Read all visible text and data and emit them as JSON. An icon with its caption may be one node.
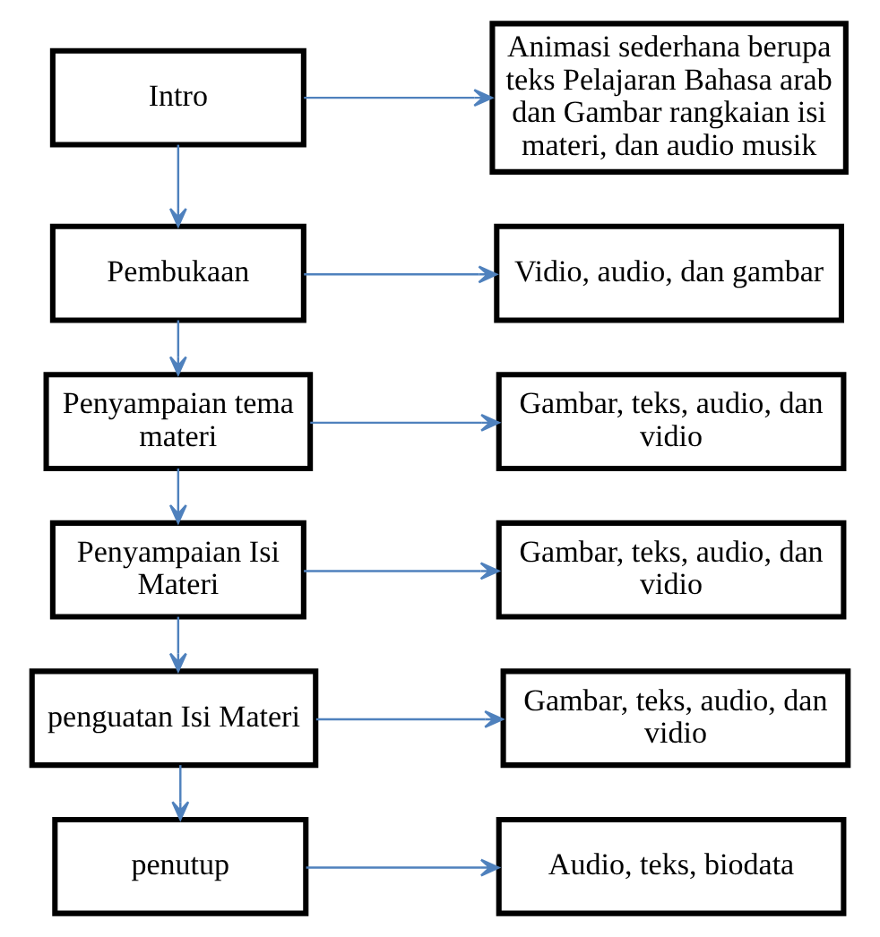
{
  "diagram": {
    "nodes": [
      {
        "text": [
          "Intro"
        ]
      },
      {
        "text": [
          "Animasi sederhana berupa teks Pelajaran Bahasa arab dan Gambar rangkaian isi materi, dan audio musik"
        ]
      },
      {
        "text": [
          "Pembukaan"
        ]
      },
      {
        "text": [
          "Vidio, audio, dan gambar"
        ]
      },
      {
        "text": [
          "Penyampaian tema materi"
        ]
      },
      {
        "text": [
          "Gambar, teks, audio, dan vidio"
        ]
      },
      {
        "text": [
          "Penyampaian Isi Materi"
        ]
      },
      {
        "text": [
          "Gambar, teks, audio, dan vidio"
        ]
      },
      {
        "text": [
          "penguatan Isi Materi"
        ]
      },
      {
        "text": [
          "Gambar, teks, audio, dan vidio"
        ]
      },
      {
        "text": [
          "penutup"
        ]
      },
      {
        "text": [
          "Audio, teks, biodata"
        ]
      }
    ],
    "edges": [
      {
        "from": 0,
        "to": 1,
        "arrow": "to"
      },
      {
        "from": 0,
        "to": 2,
        "arrow": "to"
      },
      {
        "from": 2,
        "to": 3,
        "arrow": "to"
      },
      {
        "from": 2,
        "to": 4,
        "arrow": "to"
      },
      {
        "from": 4,
        "to": 5,
        "arrow": "to"
      },
      {
        "from": 4,
        "to": 6,
        "arrow": "to"
      },
      {
        "from": 6,
        "to": 7,
        "arrow": "to"
      },
      {
        "from": 6,
        "to": 8,
        "arrow": "to"
      },
      {
        "from": 8,
        "to": 9,
        "arrow": "to"
      },
      {
        "from": 8,
        "to": 10,
        "arrow": "to"
      },
      {
        "from": 10,
        "to": 11,
        "arrow": "to"
      }
    ]
  }
}
